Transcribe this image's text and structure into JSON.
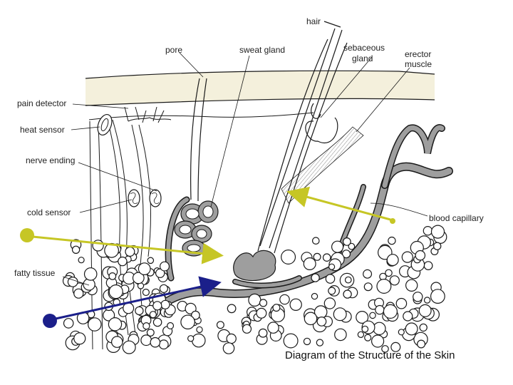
{
  "title": "Diagram of the Structure of the Skin",
  "labels": {
    "hair": "hair",
    "pore": "pore",
    "sweat_gland": "sweat gland",
    "sebaceous_gland_1": "sebaceous",
    "sebaceous_gland_2": "gland",
    "erector_muscle_1": "erector",
    "erector_muscle_2": "muscle",
    "pain_detector": "pain detector",
    "heat_sensor": "heat sensor",
    "nerve_ending": "nerve ending",
    "cold_sensor": "cold sensor",
    "fatty_tissue": "fatty tissue",
    "blood_capillary": "blood capillary"
  },
  "colors": {
    "outline": "#1a1a1a",
    "vessel_gray": "#9e9e9e",
    "epidermis_cream": "#f4f0dc",
    "olive_arrow": "#c6c625",
    "navy_arrow": "#1b1f8a"
  }
}
